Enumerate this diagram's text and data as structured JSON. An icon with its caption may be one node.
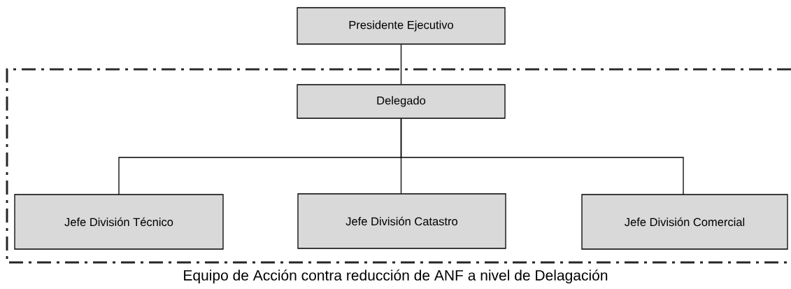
{
  "diagram": {
    "nodes": [
      {
        "text": [
          "Presidente Ejecutivo"
        ]
      },
      {
        "text": [
          "Equipo de Acción contra reducción de ANF a nivel de Delagación"
        ]
      },
      {
        "text": [
          "Delegado"
        ],
        "in": 1
      },
      {
        "text": [
          "Jefe División Técnico"
        ],
        "in": 1
      },
      {
        "text": [
          "Jefe División Catastro"
        ],
        "in": 1
      },
      {
        "text": [
          "Jefe División Comercial"
        ],
        "in": 1
      }
    ],
    "edges": [
      {
        "from": 0,
        "to": 2,
        "arrow": "none"
      },
      {
        "from": 2,
        "to": 3,
        "arrow": "none"
      },
      {
        "from": 2,
        "to": 4,
        "arrow": "none"
      },
      {
        "from": 2,
        "to": 5,
        "arrow": "none"
      }
    ]
  }
}
